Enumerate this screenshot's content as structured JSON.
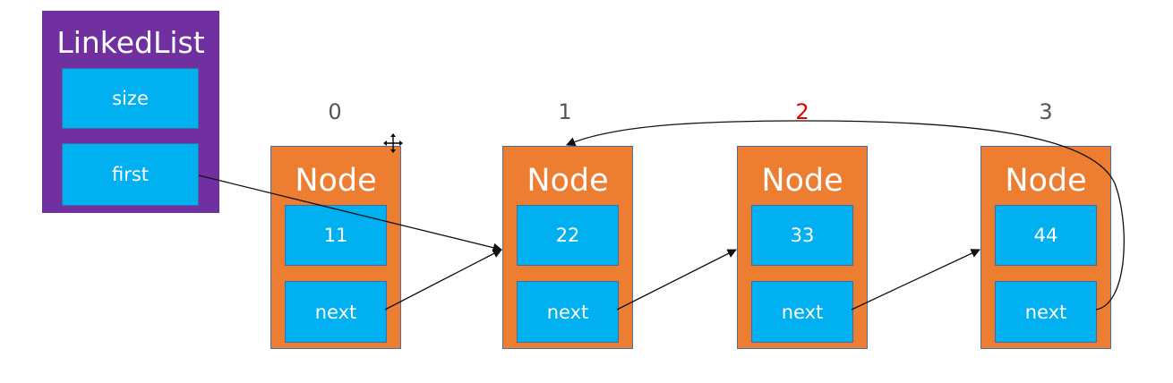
{
  "linked_list": {
    "title": "LinkedList",
    "fields": {
      "size": "size",
      "first": "first"
    }
  },
  "nodes": [
    {
      "index": "0",
      "title": "Node",
      "value": "11",
      "next": "next"
    },
    {
      "index": "1",
      "title": "Node",
      "value": "22",
      "next": "next"
    },
    {
      "index": "2",
      "title": "Node",
      "value": "33",
      "next": "next"
    },
    {
      "index": "3",
      "title": "Node",
      "value": "44",
      "next": "next"
    }
  ],
  "colors": {
    "linked_list_bg": "#7030a0",
    "node_bg": "#ed7d31",
    "field_bg": "#00b0f0",
    "highlight_index": "#e30000"
  },
  "icons": {
    "cursor": "move-cursor-icon"
  }
}
